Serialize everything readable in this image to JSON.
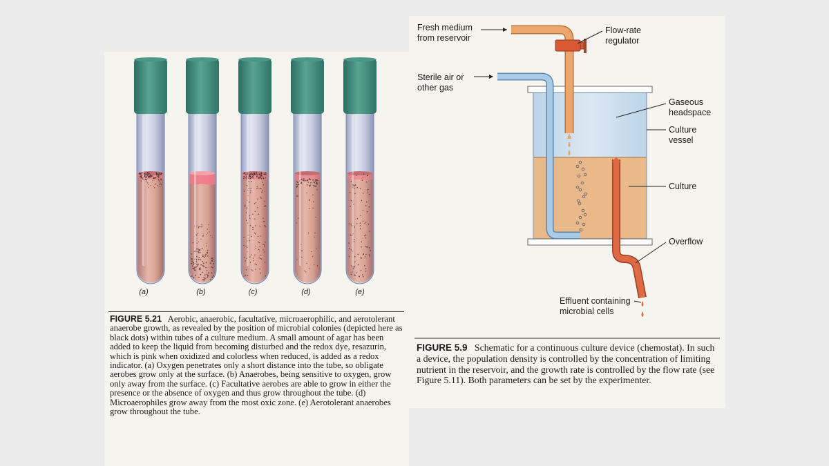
{
  "left_figure": {
    "tube_labels": [
      "(a)",
      "(b)",
      "(c)",
      "(d)",
      "(e)"
    ],
    "caption_label": "FIGURE 5.21",
    "caption_text": "Aerobic, anaerobic, facultative, microaerophilic, and aerotolerant anaerobe growth, as revealed by the position of microbial colonies (depicted here as black dots) within tubes of a culture medium. A small amount of agar has been added to keep the liquid from becoming disturbed and the redox dye, resazurin, which is pink when oxidized and colorless when reduced, is added as a redox indicator. (a) Oxygen penetrates only a short distance into the tube, so obligate aerobes grow only at the surface. (b) Anaerobes, being sensitive to oxygen, grow only away from the surface. (c) Facultative aerobes are able to grow in either the presence or the absence of oxygen and thus grow throughout the tube. (d) Microaerophiles grow away from the most oxic zone. (e) Aerotolerant anaerobes grow throughout the tube."
  },
  "right_figure": {
    "labels": {
      "fresh_medium": [
        "Fresh medium",
        "from reservoir"
      ],
      "flow_rate": [
        "Flow-rate",
        "regulator"
      ],
      "sterile_air": [
        "Sterile air or",
        "other gas"
      ],
      "gaseous_headspace": [
        "Gaseous",
        "headspace"
      ],
      "culture_vessel": [
        "Culture",
        "vessel"
      ],
      "culture": "Culture",
      "overflow": "Overflow",
      "effluent": [
        "Effluent containing",
        "microbial cells"
      ]
    },
    "caption_label": "FIGURE 5.9",
    "caption_text": "Schematic for a continuous culture device (chemostat). In such a device, the population density is controlled by the concentration of limiting nutrient in the reservoir, and the growth rate is controlled by the flow rate (see Figure 5.11). Both parameters can be set by the experimenter."
  },
  "colors": {
    "cap": "#3f8a7c",
    "medium": "#d9a293",
    "pink_band": "#f07a88",
    "culture_fill": "#e9b98a",
    "headspace_fill": "#cfe1ee",
    "air_tube": "#7fb0d6",
    "medium_tube": "#e6a16a",
    "overflow_tube": "#d9643f"
  }
}
